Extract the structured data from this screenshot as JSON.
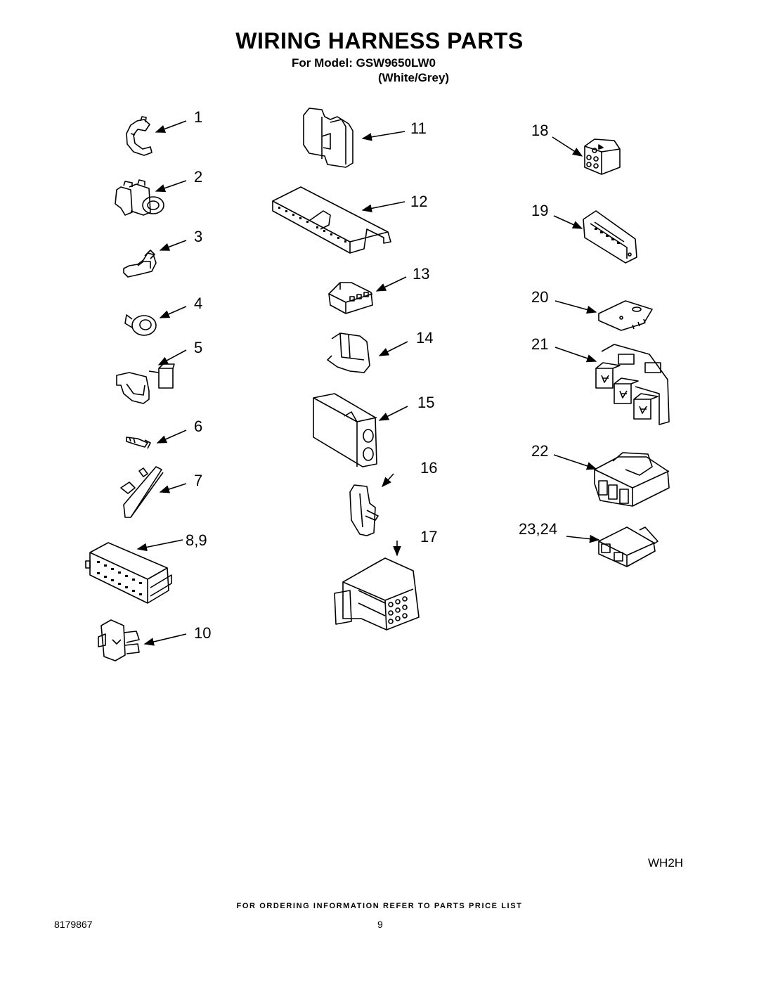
{
  "header": {
    "title": "WIRING HARNESS PARTS",
    "model_line": "For Model: GSW9650LW0",
    "color_line": "(White/Grey)"
  },
  "callouts": [
    "1",
    "2",
    "3",
    "4",
    "5",
    "6",
    "7",
    "8,9",
    "10",
    "11",
    "12",
    "13",
    "14",
    "15",
    "16",
    "17",
    "18",
    "19",
    "20",
    "21",
    "22",
    "23,24"
  ],
  "footer": {
    "diagram_code": "WH2H",
    "ordering_note": "FOR ORDERING INFORMATION REFER TO PARTS PRICE LIST",
    "doc_number": "8179867",
    "page_number": "9"
  }
}
